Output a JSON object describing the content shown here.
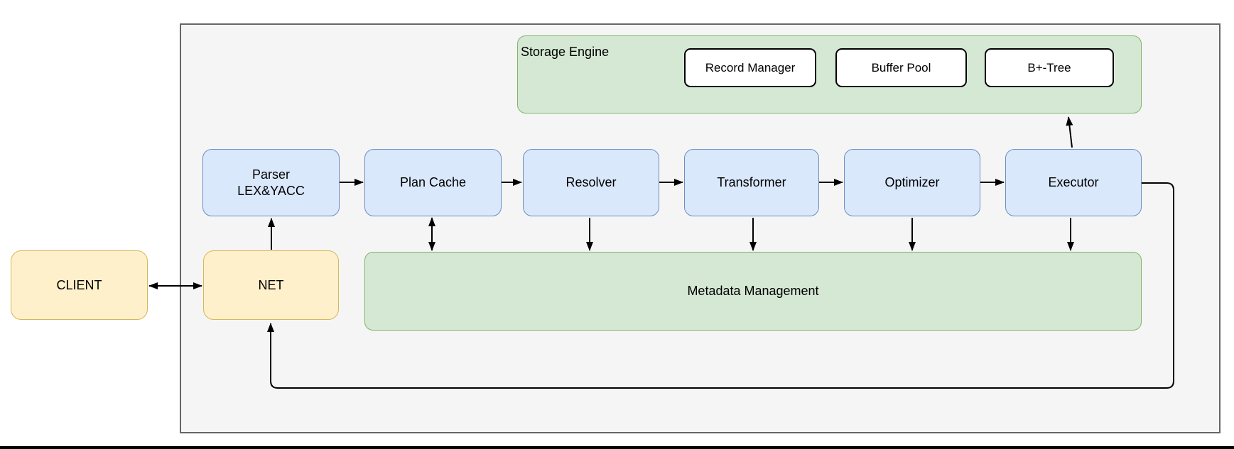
{
  "diagram": {
    "nodes": {
      "client": {
        "label": "CLIENT"
      },
      "net": {
        "label": "NET"
      },
      "parser": {
        "label_line1": "Parser",
        "label_line2": "LEX&YACC"
      },
      "plan_cache": {
        "label": "Plan Cache"
      },
      "resolver": {
        "label": "Resolver"
      },
      "transformer": {
        "label": "Transformer"
      },
      "optimizer": {
        "label": "Optimizer"
      },
      "executor": {
        "label": "Executor"
      },
      "storage_engine": {
        "label": "Storage Engine"
      },
      "record_manager": {
        "label": "Record Manager"
      },
      "buffer_pool": {
        "label": "Buffer Pool"
      },
      "bplus_tree": {
        "label": "B+-Tree"
      },
      "metadata": {
        "label": "Metadata Management"
      }
    },
    "colors": {
      "process_fill": "#dae8fc",
      "process_stroke": "#6c8ebf",
      "endpoint_fill": "#fdf0cb",
      "endpoint_stroke": "#d6b656",
      "container_fill": "#d5e8d4",
      "container_stroke": "#82b366",
      "subcomponent_fill": "#ffffff",
      "subcomponent_stroke": "#000000",
      "frame_fill": "#f5f5f5",
      "frame_stroke": "#666666",
      "arrow": "#000000"
    },
    "edges": [
      {
        "from": "client",
        "to": "net",
        "arrows": "both"
      },
      {
        "from": "net",
        "to": "parser",
        "arrows": "end"
      },
      {
        "from": "parser",
        "to": "plan_cache",
        "arrows": "end"
      },
      {
        "from": "plan_cache",
        "to": "resolver",
        "arrows": "end"
      },
      {
        "from": "resolver",
        "to": "transformer",
        "arrows": "end"
      },
      {
        "from": "transformer",
        "to": "optimizer",
        "arrows": "end"
      },
      {
        "from": "optimizer",
        "to": "executor",
        "arrows": "end"
      },
      {
        "from": "plan_cache",
        "to": "metadata",
        "arrows": "both"
      },
      {
        "from": "resolver",
        "to": "metadata",
        "arrows": "end"
      },
      {
        "from": "transformer",
        "to": "metadata",
        "arrows": "end"
      },
      {
        "from": "optimizer",
        "to": "metadata",
        "arrows": "end"
      },
      {
        "from": "executor",
        "to": "metadata",
        "arrows": "end"
      },
      {
        "from": "executor",
        "to": "storage_engine",
        "arrows": "end"
      },
      {
        "from": "executor",
        "to": "net",
        "arrows": "end",
        "route": "feedback loop right-down-left-up"
      }
    ]
  }
}
